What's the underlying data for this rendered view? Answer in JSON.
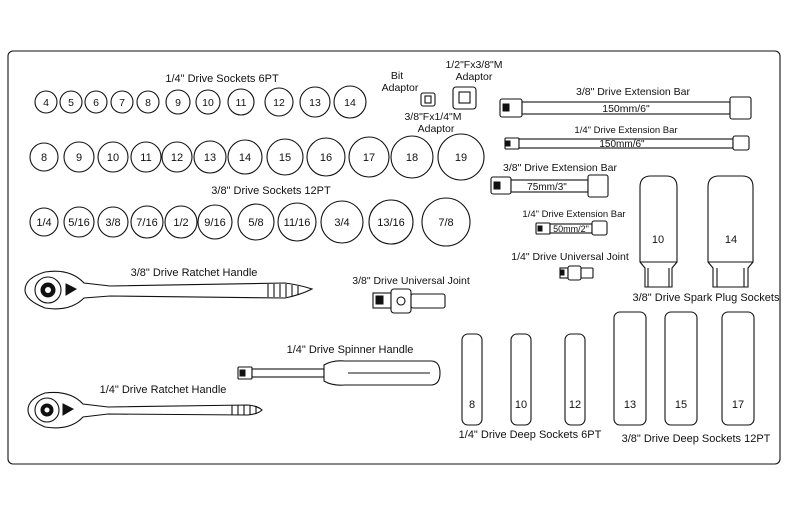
{
  "colors": {
    "line": "#111111",
    "background": "#ffffff"
  },
  "labels": {
    "quarter_6pt": "1/4\" Drive Sockets 6PT",
    "bit_adaptor": [
      "Bit",
      "Adaptor"
    ],
    "adaptor_half": [
      "1/2\"Fx3/8\"M",
      "Adaptor"
    ],
    "adaptor_38": [
      "3/8\"Fx1/4\"M",
      "Adaptor"
    ],
    "ext38_150_title": "3/8\" Drive Extension Bar",
    "ext38_150_size": "150mm/6\"",
    "ext14_150_title": "1/4\" Drive Extension Bar",
    "ext14_150_size": "150mm/6\"",
    "ext38_75_title": "3/8\" Drive Extension Bar",
    "ext38_75_size": "75mm/3\"",
    "ext14_50_title": "1/4\" Drive Extension Bar",
    "ext14_50_size": "50mm/2\"",
    "u_joint_14": "1/4\" Drive Universal Joint",
    "u_joint_38": "3/8\" Drive Universal Joint",
    "ratchet_38": "3/8\" Drive Ratchet Handle",
    "ratchet_14": "1/4\" Drive Ratchet Handle",
    "spinner_14": "1/4\" Drive Spinner Handle",
    "sockets_12pt_38": "3/8\" Drive Sockets 12PT",
    "spark_plug": "3/8\" Drive Spark Plug Sockets",
    "deep_14": "1/4\" Drive Deep  Sockets 6PT",
    "deep_38": "3/8\" Drive Deep Sockets 12PT"
  },
  "sockets_row1": [
    "4",
    "5",
    "6",
    "7",
    "8",
    "9",
    "10",
    "11",
    "12",
    "13",
    "14"
  ],
  "sockets_row2": [
    "8",
    "9",
    "10",
    "11",
    "12",
    "13",
    "14",
    "15",
    "16",
    "17",
    "18",
    "19"
  ],
  "sockets_row3": [
    "1/4",
    "5/16",
    "3/8",
    "7/16",
    "1/2",
    "9/16",
    "5/8",
    "11/16",
    "3/4",
    "13/16",
    "7/8"
  ],
  "spark_plug_sockets": [
    "10",
    "14"
  ],
  "deep_sockets_14": [
    "8",
    "10",
    "12"
  ],
  "deep_sockets_38": [
    "13",
    "15",
    "17"
  ]
}
